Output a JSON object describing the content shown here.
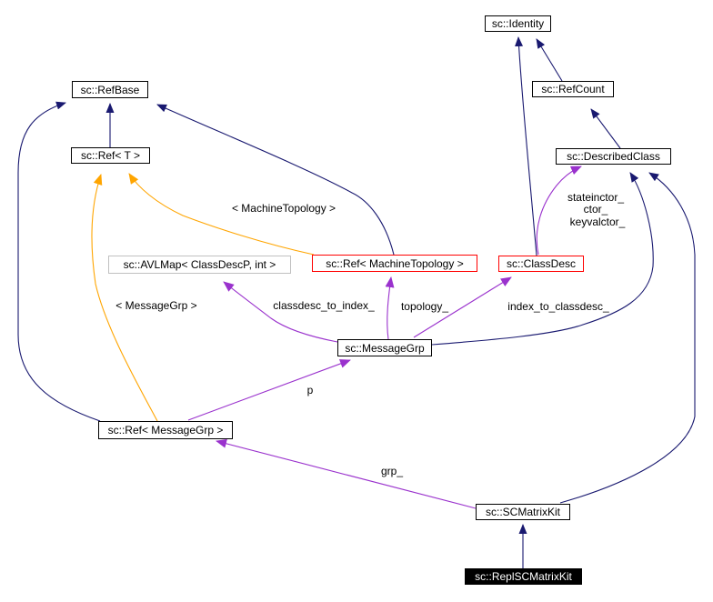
{
  "diagram": {
    "kind": "collaboration-graph",
    "colors": {
      "inheritance_edge": "#191970",
      "usage_edge": "#9a32cd",
      "template_edge": "#ffa500",
      "node_border": "#000000",
      "external_node_border": "#ff0000",
      "instantiated_node_border": "#c0c0c0",
      "node_fill": "#ffffff",
      "current_node_fill": "#000000",
      "current_node_text": "#ffffff",
      "text": "#000000",
      "background": "#ffffff"
    },
    "nodes": [
      {
        "id": "identity",
        "label": "sc::Identity"
      },
      {
        "id": "refcount",
        "label": "sc::RefCount"
      },
      {
        "id": "describedclass",
        "label": "sc::DescribedClass"
      },
      {
        "id": "refbase",
        "label": "sc::RefBase"
      },
      {
        "id": "ref-t",
        "label": "sc::Ref< T >"
      },
      {
        "id": "avlmap",
        "label": "sc::AVLMap< ClassDescP, int >"
      },
      {
        "id": "ref-machinetopology",
        "label": "sc::Ref< MachineTopology >"
      },
      {
        "id": "classdesc",
        "label": "sc::ClassDesc"
      },
      {
        "id": "messagegrp",
        "label": "sc::MessageGrp"
      },
      {
        "id": "ref-messagegrp",
        "label": "sc::Ref< MessageGrp >"
      },
      {
        "id": "scmatrixkit",
        "label": "sc::SCMatrixKit"
      },
      {
        "id": "replscmatrixkit",
        "label": "sc::ReplSCMatrixKit"
      }
    ],
    "edge_labels": [
      {
        "text": "< MachineTopology >"
      },
      {
        "text": "< MessageGrp >"
      },
      {
        "text": "classdesc_to_index_"
      },
      {
        "text": "topology_"
      },
      {
        "text": "index_to_classdesc_"
      },
      {
        "text": "stateinctor_"
      },
      {
        "text": "ctor_"
      },
      {
        "text": "keyvalctor_"
      },
      {
        "text": "p"
      },
      {
        "text": "grp_"
      }
    ]
  }
}
